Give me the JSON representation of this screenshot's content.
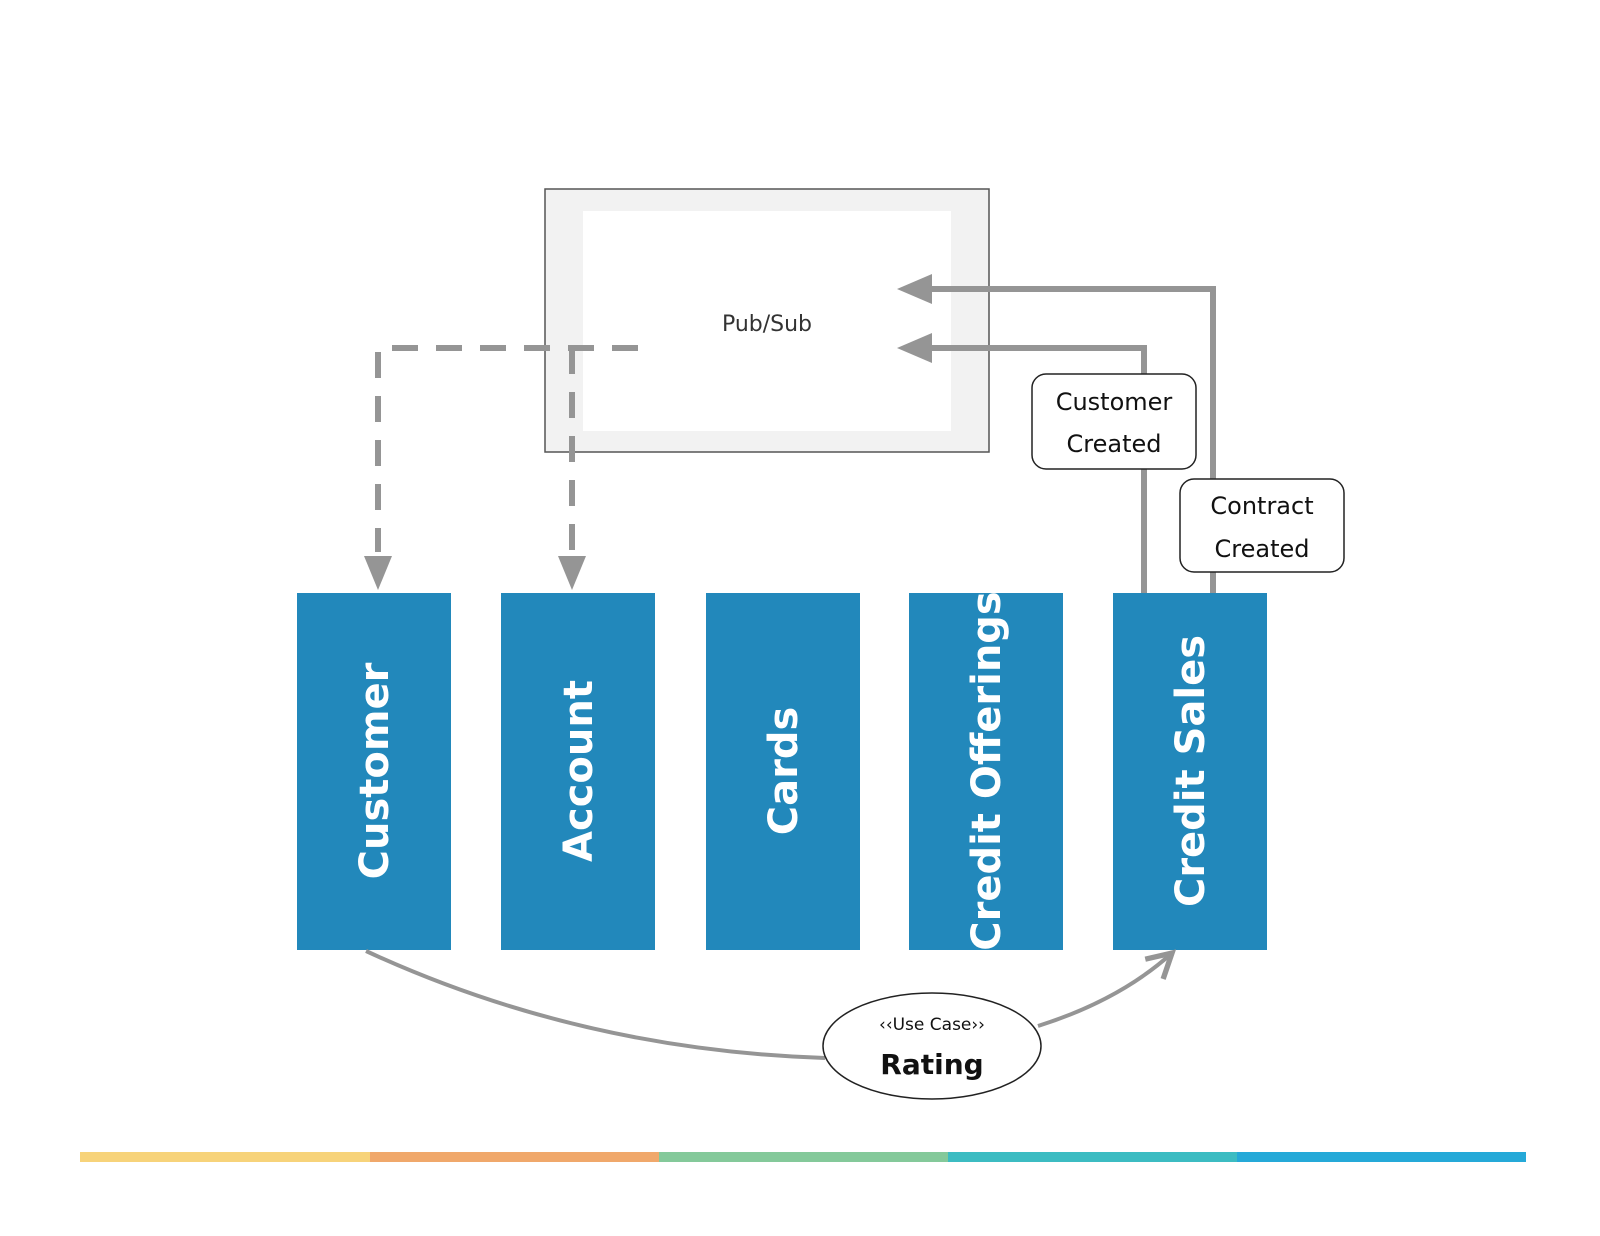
{
  "broker": {
    "label": "Pub/Sub"
  },
  "services": [
    {
      "id": "customer",
      "label": "Customer"
    },
    {
      "id": "account",
      "label": "Account"
    },
    {
      "id": "cards",
      "label": "Cards"
    },
    {
      "id": "credit-offerings",
      "label": "Credit Offerings"
    },
    {
      "id": "credit-sales",
      "label": "Credit Sales"
    }
  ],
  "events": [
    {
      "id": "customer-created",
      "line1": "Customer",
      "line2": "Created"
    },
    {
      "id": "contract-created",
      "line1": "Contract",
      "line2": "Created"
    }
  ],
  "use_case": {
    "stereotype": "‹‹Use Case››",
    "name": "Rating"
  },
  "colors": {
    "service": "#2288bb",
    "connector": "#959595",
    "broker_fill": "#f2f2f2",
    "broker_border": "#555555",
    "footer_segments": [
      "#f7d37a",
      "#f0a86b",
      "#84c99a",
      "#3cbcc2",
      "#25a9d8"
    ]
  }
}
